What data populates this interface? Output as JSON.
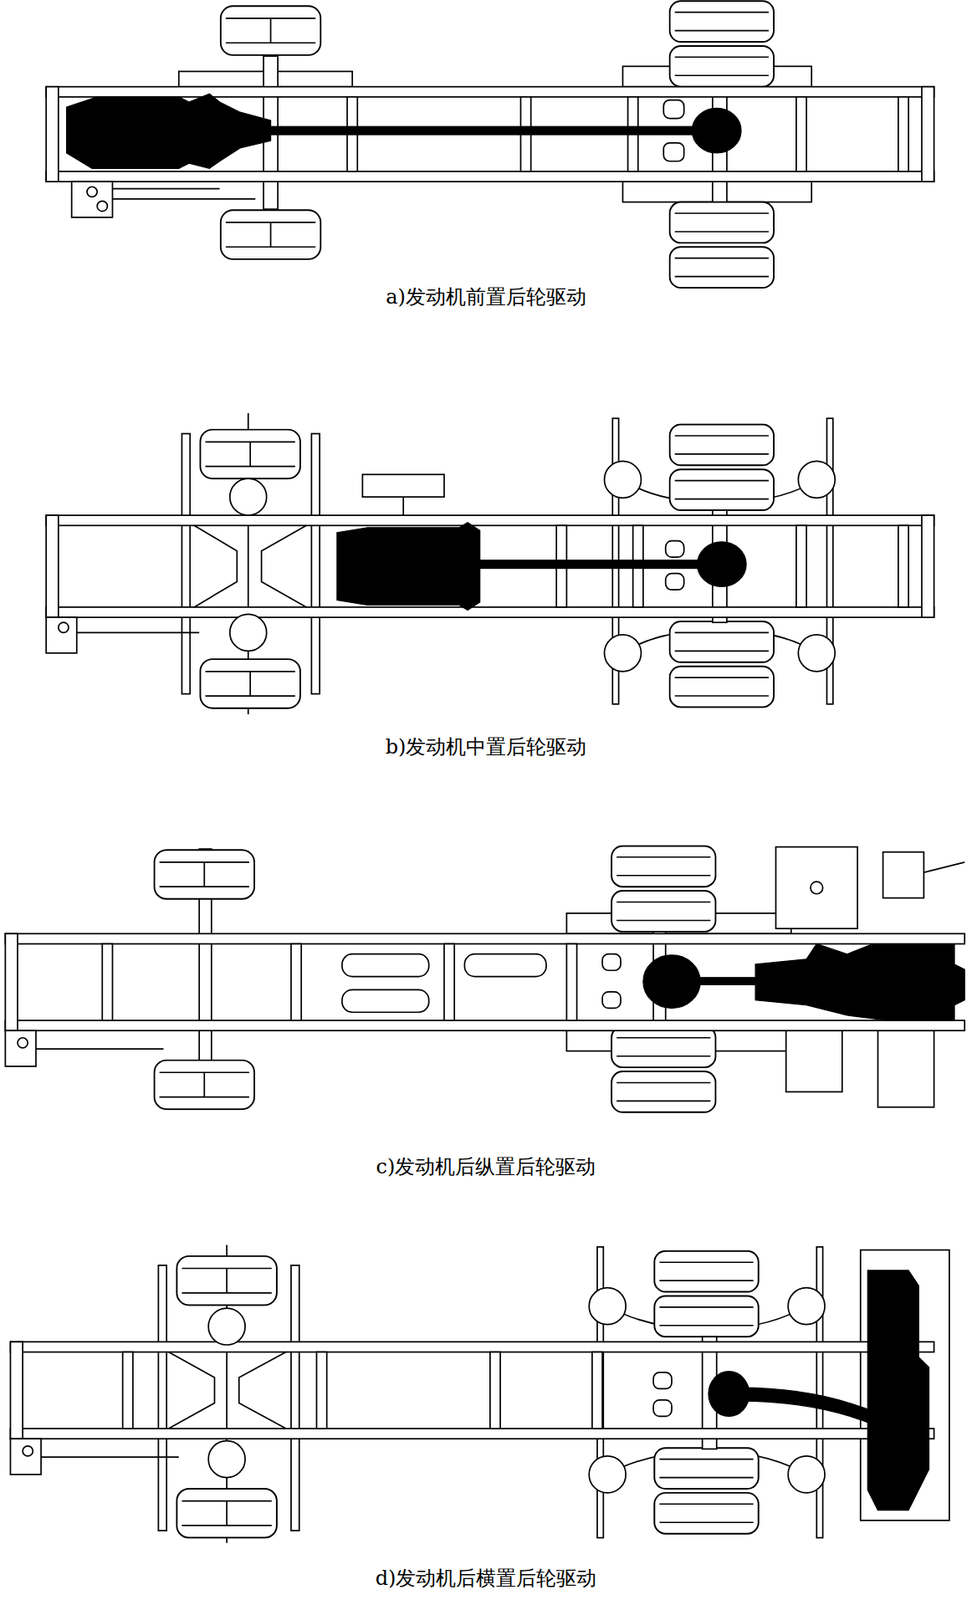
{
  "diagram": {
    "labels": [
      "a)发动机前置后轮驱动",
      "b)发动机中置后轮驱动",
      "c)发动机后纵置后轮驱动",
      "d)发动机后横置后轮驱动"
    ]
  }
}
